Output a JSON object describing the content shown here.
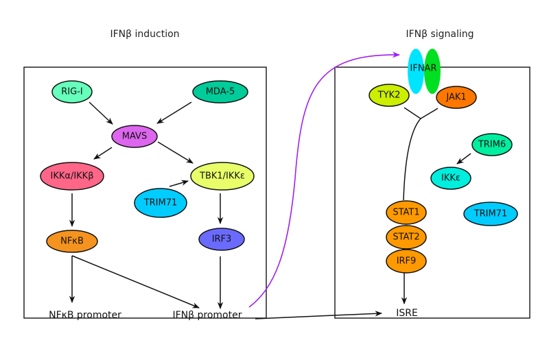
{
  "panels": {
    "induction": {
      "title": "IFNβ induction",
      "nodes": {
        "rigi": {
          "label": "RIG-I",
          "color": "#66ffbb"
        },
        "mda5": {
          "label": "MDA-5",
          "color": "#00cc99"
        },
        "mavs": {
          "label": "MAVS",
          "color": "#dd66ee"
        },
        "ikkab": {
          "label": "IKKα/IKKβ",
          "color": "#ff6688"
        },
        "tbk1": {
          "label": "TBK1/IKKε",
          "color": "#e8ff6a"
        },
        "trim71": {
          "label": "TRIM71",
          "color": "#00ccff"
        },
        "nfkb": {
          "label": "NFκB",
          "color": "#f5931f"
        },
        "irf3": {
          "label": "IRF3",
          "color": "#6a6aff"
        }
      },
      "targets": {
        "nfkb_promoter": "NFκB promoter",
        "ifnb_promoter": "IFNβ promoter"
      }
    },
    "signaling": {
      "title": "IFNβ signaling",
      "receptor": {
        "label": "IFNAR",
        "color_left": "#00e5ff",
        "color_right": "#00e020"
      },
      "nodes": {
        "tyk2": {
          "label": "TYK2",
          "color": "#ccee00"
        },
        "jak1": {
          "label": "JAK1",
          "color": "#ff7700"
        },
        "trim6": {
          "label": "TRIM6",
          "color": "#00eea0"
        },
        "ikke": {
          "label": "IKKε",
          "color": "#00eedd"
        },
        "trim71": {
          "label": "TRIM71",
          "color": "#00ccff"
        },
        "stat1": {
          "label": "STAT1",
          "color": "#ff9900"
        },
        "stat2": {
          "label": "STAT2",
          "color": "#ff9900"
        },
        "irf9": {
          "label": "IRF9",
          "color": "#ff9900"
        }
      },
      "targets": {
        "isre": "ISRE"
      }
    }
  },
  "colors": {
    "secreted_arrow": "#a020f0",
    "edge": "#111111"
  }
}
